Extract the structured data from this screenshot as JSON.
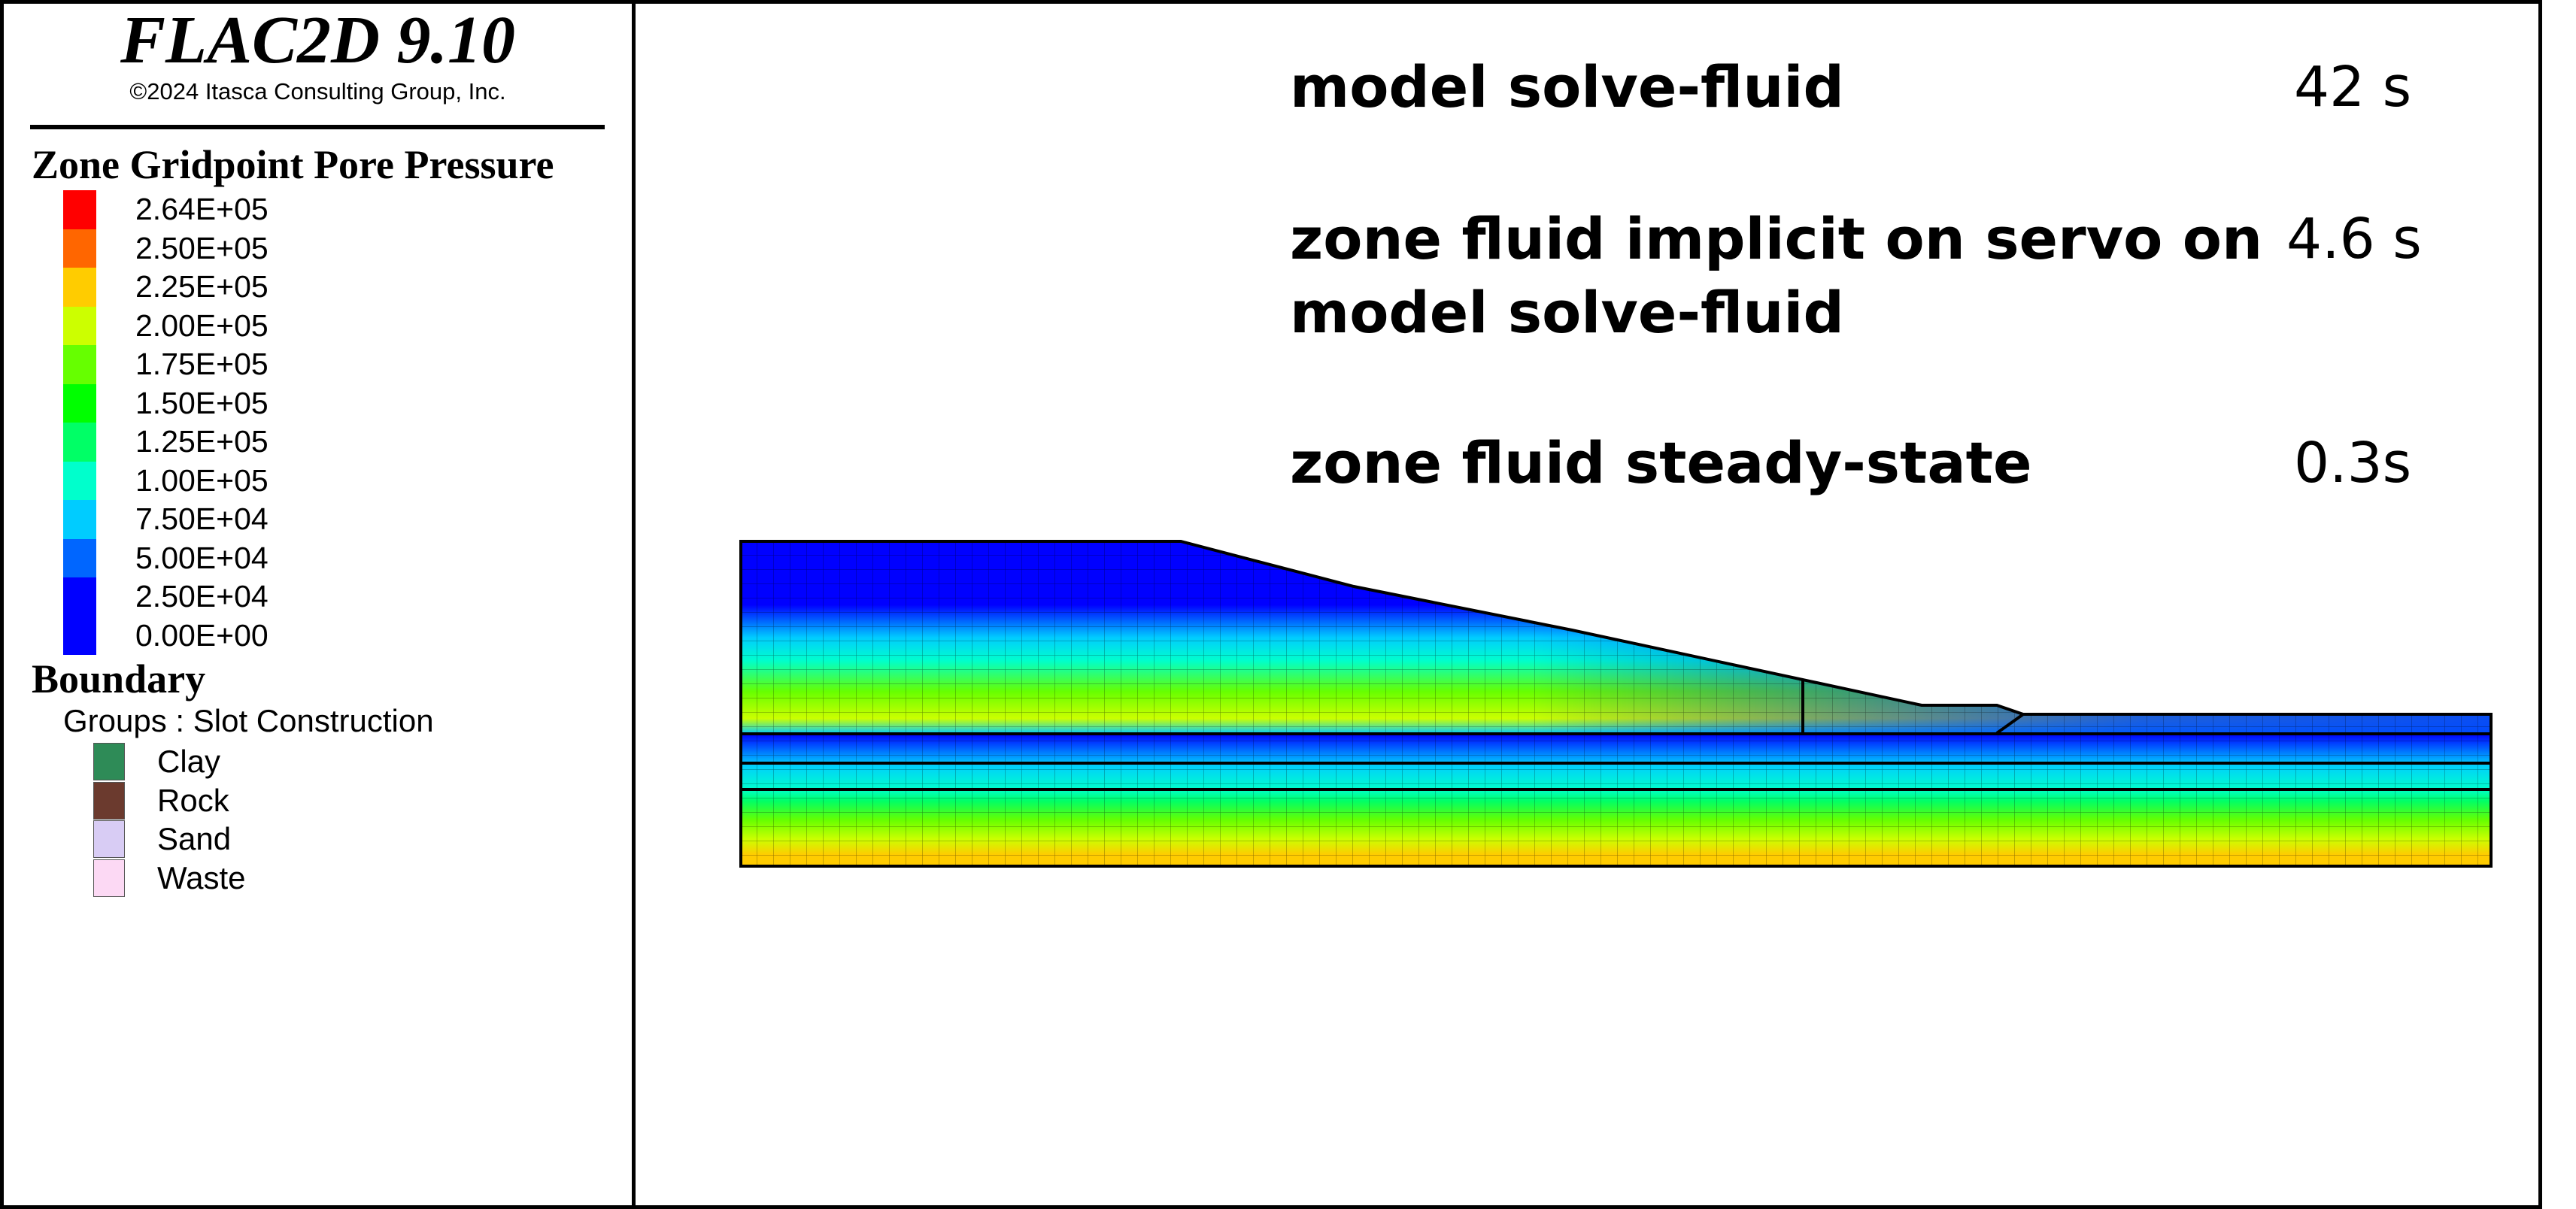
{
  "header": {
    "app_title": "FLAC2D 9.10",
    "copyright": "©2024 Itasca Consulting Group, Inc."
  },
  "legend": {
    "contour_title": "Zone Gridpoint Pore Pressure",
    "levels": [
      {
        "label": "2.64E+05",
        "color": "#ff0000"
      },
      {
        "label": "2.50E+05",
        "color": "#ff6600"
      },
      {
        "label": "2.25E+05",
        "color": "#ffcc00"
      },
      {
        "label": "2.00E+05",
        "color": "#ccff00"
      },
      {
        "label": "1.75E+05",
        "color": "#66ff00"
      },
      {
        "label": "1.50E+05",
        "color": "#00ff00"
      },
      {
        "label": "1.25E+05",
        "color": "#00ff66"
      },
      {
        "label": "1.00E+05",
        "color": "#00ffcc"
      },
      {
        "label": "7.50E+04",
        "color": "#00ccff"
      },
      {
        "label": "5.00E+04",
        "color": "#0066ff"
      },
      {
        "label": "2.50E+04",
        "color": "#0000ff"
      },
      {
        "label": "0.00E+00",
        "color": "#0000ff"
      }
    ],
    "boundary_title": "Boundary",
    "groups_label": "Groups : Slot Construction",
    "groups": [
      {
        "label": "Clay",
        "color": "#2e8b57"
      },
      {
        "label": "Rock",
        "color": "#6b3a2e"
      },
      {
        "label": "Sand",
        "color": "#d8ccf4"
      },
      {
        "label": "Waste",
        "color": "#fcd9f4"
      }
    ]
  },
  "annotations": [
    {
      "command": "model solve-fluid",
      "time": "42 s"
    },
    {
      "command_line1": "zone fluid implicit on servo on",
      "command_line2": "model solve-fluid",
      "time": "4.6 s"
    },
    {
      "command": "zone fluid steady-state",
      "time": "0.3s"
    }
  ]
}
